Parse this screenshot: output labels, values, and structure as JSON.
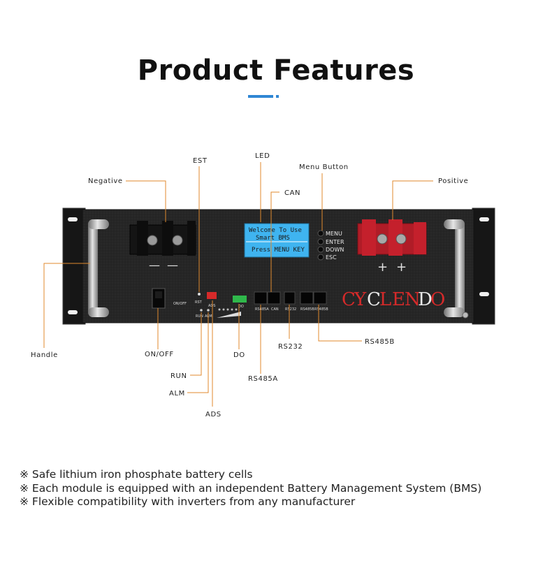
{
  "title": "Product Features",
  "colors": {
    "accent_underline": "#2f86d4",
    "leader_line": "#e08a2e",
    "lcd_background": "#3fb4f0",
    "terminal_positive": "#c4202c",
    "terminal_negative": "#1a1a1a",
    "brand_red": "#d42a2a"
  },
  "callouts": {
    "negative": "Negative",
    "est": "EST",
    "led": "LED",
    "menu_button": "Menu Button",
    "can": "CAN",
    "positive": "Positive",
    "handle": "Handle",
    "on_off": "ON/OFF",
    "run": "RUN",
    "alm": "ALM",
    "ads": "ADS",
    "do": "DO",
    "rs485a": "RS485A",
    "rs232": "RS232",
    "rs485b": "RS485B"
  },
  "panel": {
    "lcd_lines": [
      "Welcome To Use",
      "Smart BMS",
      "Press MENU KEY"
    ],
    "buttons": [
      "MENU",
      "ENTER",
      "DOWN",
      "ESC"
    ],
    "negative_signs": [
      "—",
      "—"
    ],
    "positive_signs": [
      "+",
      "+"
    ],
    "brand_letters": [
      {
        "char": "C",
        "color": "#d42a2a"
      },
      {
        "char": "Y",
        "color": "#d42a2a"
      },
      {
        "char": "C",
        "color": "#e8e8e8"
      },
      {
        "char": "L",
        "color": "#d42a2a"
      },
      {
        "char": "E",
        "color": "#d42a2a"
      },
      {
        "char": "N",
        "color": "#d42a2a"
      },
      {
        "char": "D",
        "color": "#e8e8e8"
      },
      {
        "char": "O",
        "color": "#d42a2a"
      }
    ],
    "labels": {
      "on_off": "ON/OFF",
      "rst": "RST",
      "ads": "ADS",
      "run": "RUN",
      "alm": "ALM",
      "do": "DO",
      "rs485a": "RS485A",
      "can": "CAN",
      "rs232": "RS232",
      "rs485b": "RS485B",
      "rs485b2": "RS485B"
    }
  },
  "features": [
    "※ Safe lithium iron phosphate battery cells",
    "※ Each module is equipped with an independent Battery Management System (BMS)",
    "※ Flexible compatibility with inverters from any manufacturer"
  ]
}
